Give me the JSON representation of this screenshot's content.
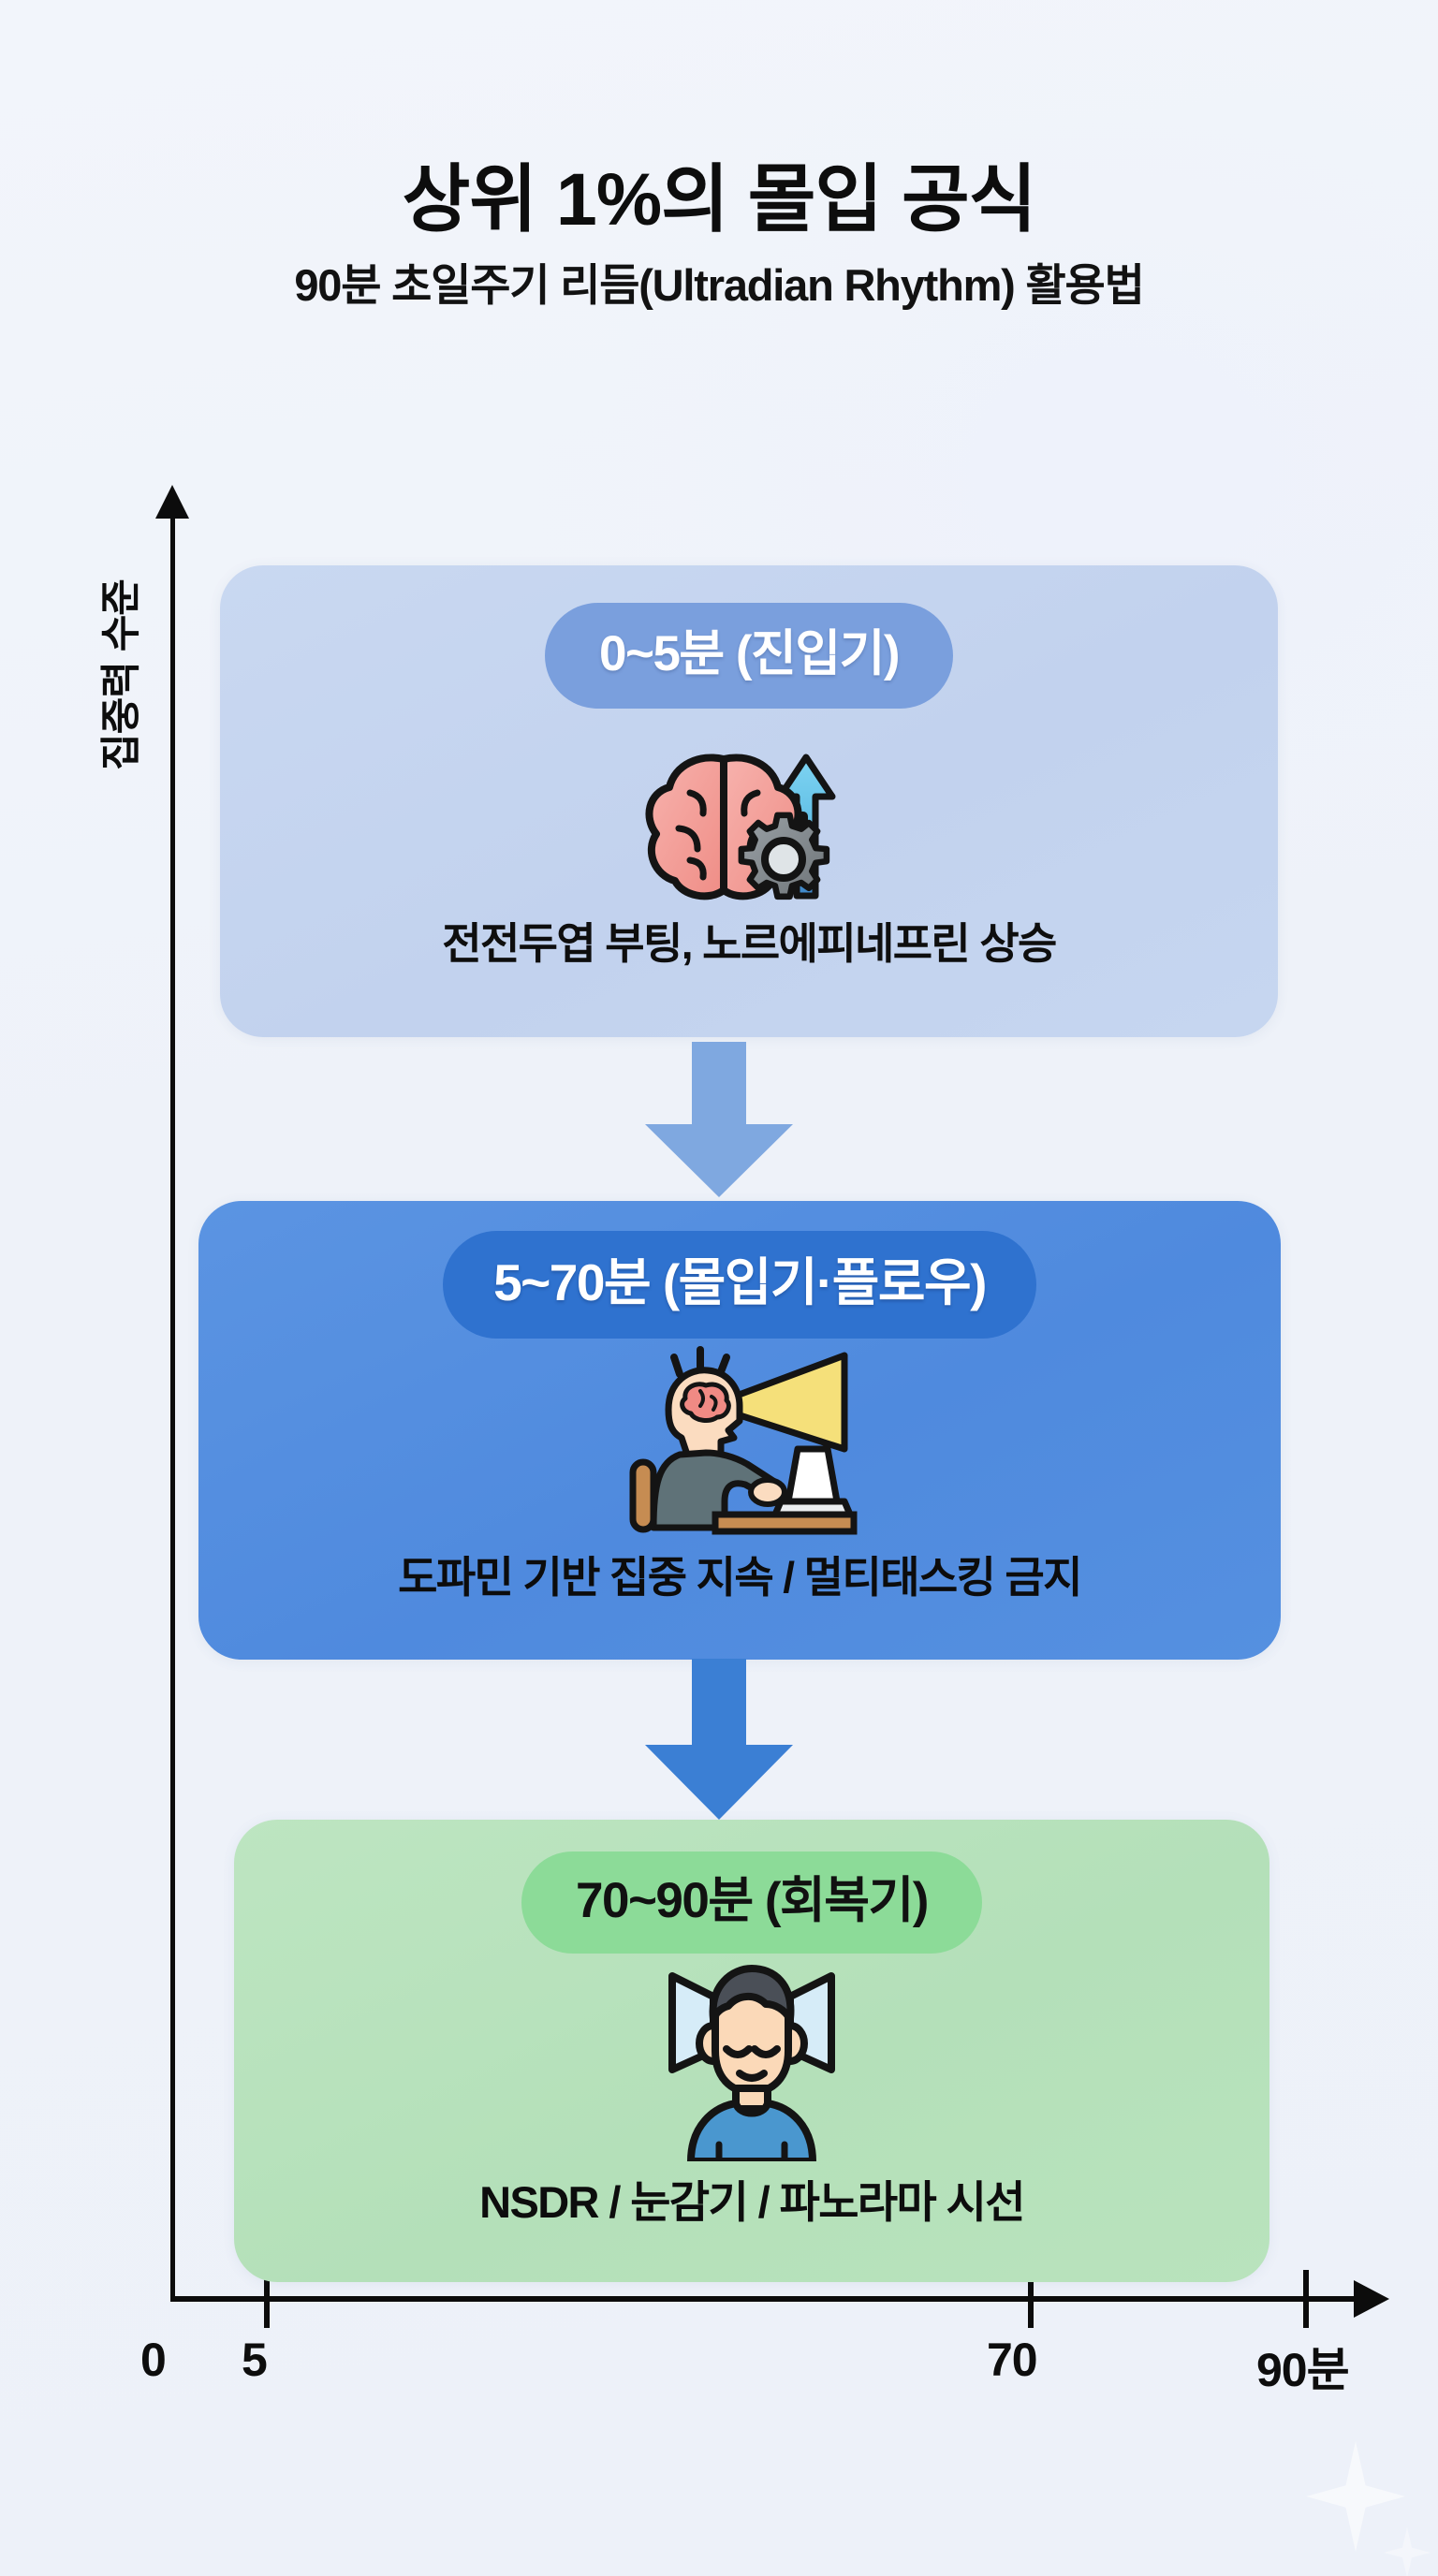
{
  "header": {
    "title": "상위 1%의 몰입 공식",
    "subtitle": "90분 초일주기 리듬(Ultradian Rhythm) 활용법"
  },
  "axes": {
    "y_label": "집중력 수준",
    "x_ticks": [
      {
        "value": "0"
      },
      {
        "value": "5"
      },
      {
        "value": "70"
      },
      {
        "value": "90분"
      }
    ]
  },
  "phases": [
    {
      "badge": "0~5분 (진입기)",
      "caption": "전전두엽 부팅, 노르에피네프린 상승",
      "icon": "brain-gear-uparrow-icon",
      "card_color": "#c2d2ee",
      "badge_color": "#7a9fdd",
      "badge_text_color": "#ffffff"
    },
    {
      "badge": "5~70분 (몰입기·플로우)",
      "caption": "도파민 기반 집중 지속 / 멀티태스킹 금지",
      "icon": "person-laptop-focus-beam-icon",
      "card_color": "#4f8ade",
      "badge_color": "#2f72cf",
      "badge_text_color": "#ffffff"
    },
    {
      "badge": "70~90분 (회복기)",
      "caption": "NSDR / 눈감기 / 파노라마 시선",
      "icon": "person-eyes-closed-panorama-icon",
      "card_color": "#b4e0b9",
      "badge_color": "#8cdb98",
      "badge_text_color": "#111111"
    }
  ],
  "connectors": [
    {
      "icon": "down-arrow-icon",
      "color": "#7fa8e0"
    },
    {
      "icon": "down-arrow-icon",
      "color": "#3b7fd4"
    }
  ],
  "watermark": {
    "icon": "sparkle-icon"
  },
  "chart_data": {
    "type": "bar",
    "title": "상위 1%의 몰입 공식",
    "subtitle": "90분 초일주기 리듬(Ultradian Rhythm) 활용법",
    "xlabel": "분",
    "ylabel": "집중력 수준",
    "xlim": [
      0,
      90
    ],
    "xticks": [
      0,
      5,
      70,
      90
    ],
    "xticklabels": [
      "0",
      "5",
      "70",
      "90분"
    ],
    "grid": false,
    "legend": false,
    "categories": [
      "0~5분 (진입기)",
      "5~70분 (몰입기·플로우)",
      "70~90분 (회복기)"
    ],
    "spans": [
      [
        0,
        5
      ],
      [
        5,
        70
      ],
      [
        70,
        90
      ]
    ],
    "annotations": [
      "전전두엽 부팅, 노르에피네프린 상승",
      "도파민 기반 집중 지속 / 멀티태스킹 금지",
      "NSDR / 눈감기 / 파노라마 시선"
    ]
  }
}
